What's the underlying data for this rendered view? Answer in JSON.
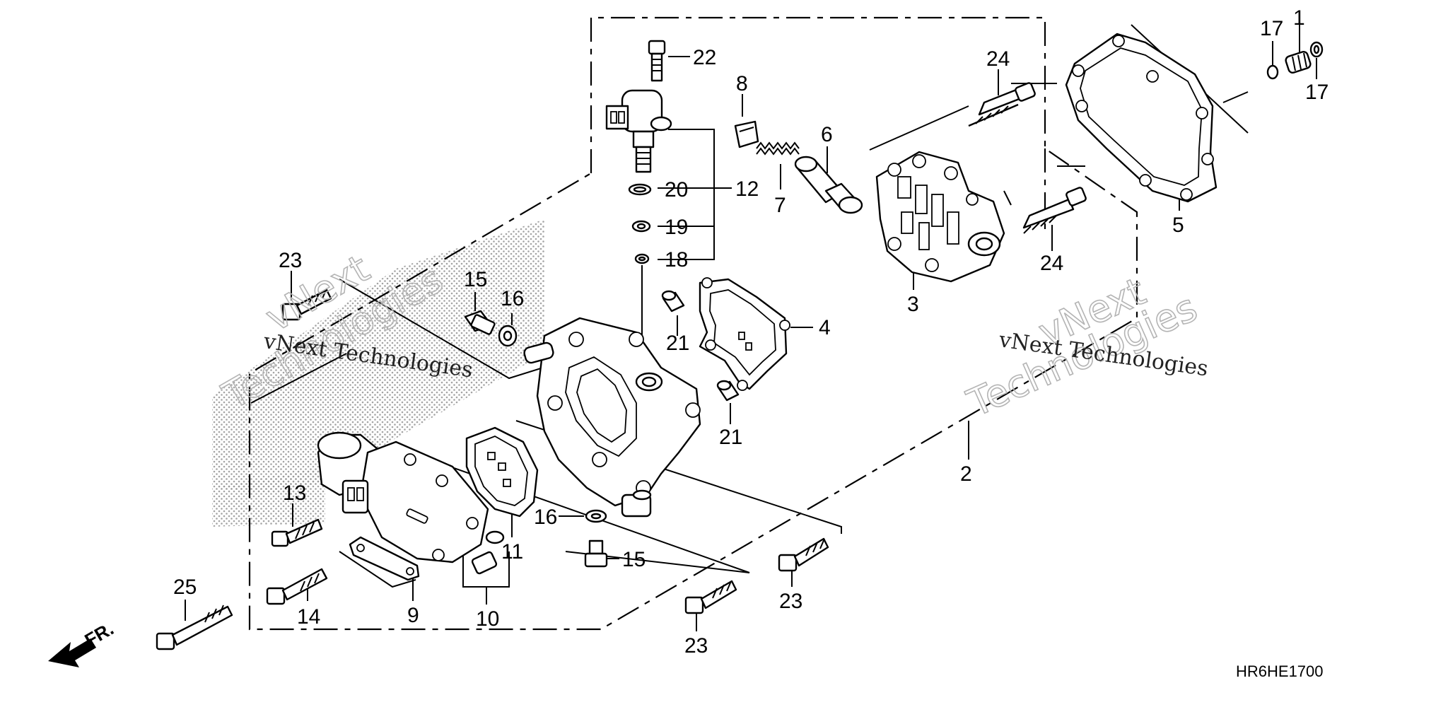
{
  "diagram": {
    "code": "HR6HE1700",
    "front_label": "FR.",
    "watermarks": [
      {
        "line1": "vNext",
        "line2": "Technologies"
      },
      {
        "line1": "vNext",
        "line2": "Technologies"
      }
    ],
    "watermark_caption": "vNext Technologies",
    "callouts": {
      "c1": "1",
      "c2": "2",
      "c3": "3",
      "c4": "4",
      "c5": "5",
      "c6": "6",
      "c7": "7",
      "c8": "8",
      "c9": "9",
      "c10": "10",
      "c11": "11",
      "c12": "12",
      "c13": "13",
      "c14": "14",
      "c15a": "15",
      "c15b": "15",
      "c16a": "16",
      "c16b": "16",
      "c17a": "17",
      "c17b": "17",
      "c18": "18",
      "c19": "19",
      "c20": "20",
      "c21a": "21",
      "c21b": "21",
      "c22": "22",
      "c23a": "23",
      "c23b": "23",
      "c23c": "23",
      "c24a": "24",
      "c24b": "24",
      "c25": "25"
    }
  }
}
